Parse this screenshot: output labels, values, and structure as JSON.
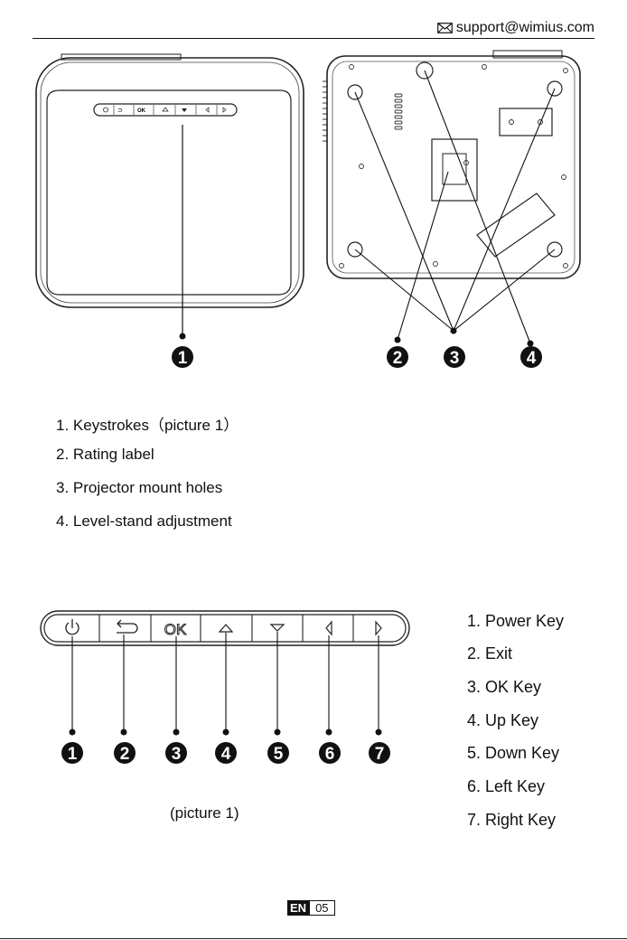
{
  "header": {
    "email": "support@wimius.com",
    "mail_icon": "envelope-icon"
  },
  "callouts_top": [
    "1",
    "2",
    "3",
    "4"
  ],
  "parts_list": [
    "1. Keystrokes（picture 1）",
    "2. Rating label",
    "3. Projector mount holes",
    "4. Level-stand adjustment"
  ],
  "keypad": {
    "ok_label": "OK",
    "callouts": [
      "1",
      "2",
      "3",
      "4",
      "5",
      "6",
      "7"
    ],
    "keys": [
      "1. Power Key",
      "2. Exit",
      "3. OK Key",
      "4. Up Key",
      "5. Down Key",
      "6. Left Key",
      "7. Right Key"
    ],
    "caption": "(picture 1)"
  },
  "footer": {
    "lang": "EN",
    "page": "05"
  }
}
